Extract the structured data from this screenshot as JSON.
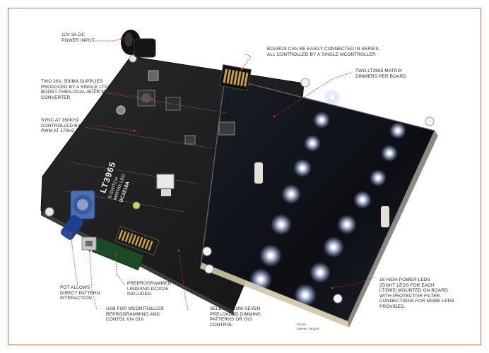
{
  "callouts": {
    "power_input": "12V 3A DC\nPOWER INPUT",
    "series": "BOARDS CAN BE EASILY CONNECTED IN SERIES,\nALL CONTROLLED BY A SINGLE µCONTROLLER",
    "supplies": "TWO 26V, 500mA SUPPLIES\nPRODUCED BY A SINGLE LT3797\nBOOST-THEN-DUAL-BUCK MODE\nCONVERTER",
    "dimmers": "TWO LT3965 MATRIX\nDIMMERS PER BOARD",
    "sync": "SYNC AT 350kHz\nCONTROLLED BY LTC6900.\nPWM AT 170Hz",
    "preprogrammed": "PREPROGRAMMED\nLINDUINO DC2026\nINCLUDED.",
    "pot": "POT ALLOWS\nDIRECT PATTERN\nINTERACTION",
    "usb": "USB FOR µCONTROLLER\nREPROGRAMMING AND\nCONTOL VIA GUI",
    "select": "SELECT FROM SEVEN\nPRELOADED DIMMING\nPATTERNS OR GUI\nCONTROL",
    "leds": "16 HIGH POWER LEDs\n(EIGHT LEDs FOR EACH\nLT3965) MOUNTED ON BOARD\nWITH PROTECTIVE FILTER.\nCONNECTIONS FOR MORE LEDs\nPROVIDED."
  },
  "board": {
    "part": "LT3965",
    "subtitle": "8-SWITCH",
    "subtitle2": "MATRIX LED",
    "code": "DC2218A"
  },
  "credit": "Photo:\nSteven Tanghe",
  "colors": {
    "frame": "#c9704a",
    "leader": "#cc2a2a",
    "board": "#1c1c1e",
    "text": "#2b2b2b"
  }
}
